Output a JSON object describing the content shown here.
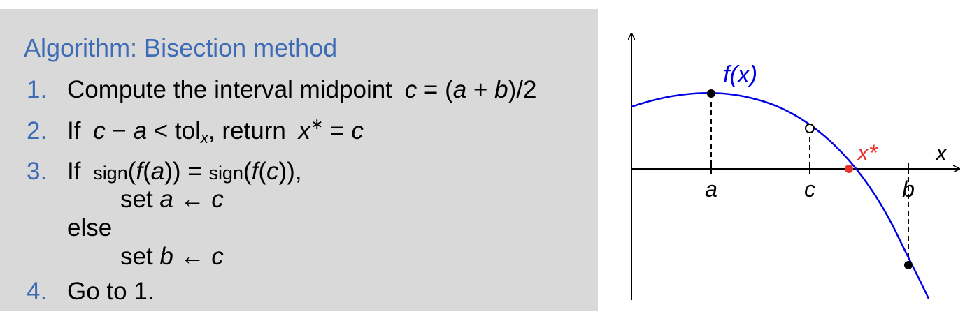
{
  "colors": {
    "accent": "#3d6bb5",
    "curve": "#0000e6",
    "root": "#e8322a",
    "box_bg": "#d9d9d9"
  },
  "algorithm": {
    "title": "Algorithm: Bisection method",
    "steps": [
      {
        "num": "1.",
        "text": "Compute the interval midpoint",
        "math": "c = (a + b)/2"
      },
      {
        "num": "2.",
        "text_before": "If",
        "math": "c − a < tol",
        "subscript": "x",
        "text_after": ", return",
        "result": "x* = c"
      },
      {
        "num": "3.",
        "text_before": "If",
        "math": "sign(f(a)) = sign(f(c)),",
        "then": "set a ← c",
        "else": "else",
        "else_then": "set b ← c"
      },
      {
        "num": "4.",
        "text": "Go to 1."
      }
    ]
  },
  "diagram": {
    "curve_label": "f(x)",
    "x_axis_label": "x",
    "root_label": "x*",
    "tick_labels": [
      "a",
      "c",
      "b"
    ]
  }
}
